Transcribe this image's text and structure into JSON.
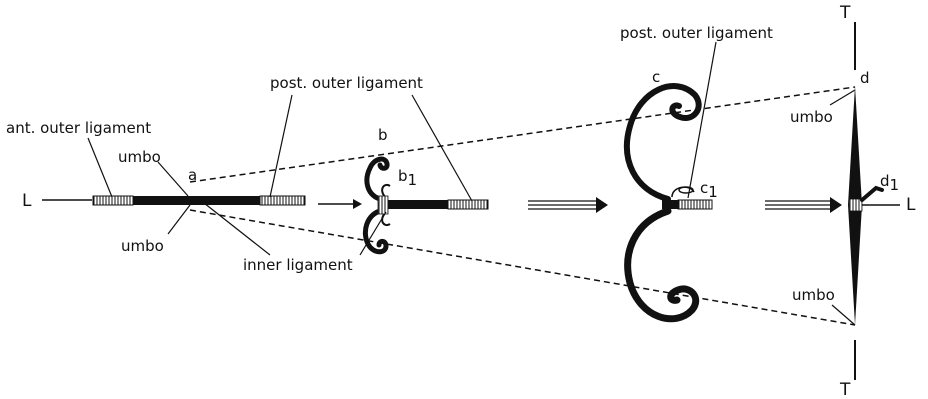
{
  "labels": {
    "ant_outer_ligament": "ant. outer ligament",
    "post_outer_ligament_1": "post. outer ligament",
    "post_outer_ligament_2": "post. outer ligament",
    "inner_ligament": "inner ligament",
    "umbo_a_top": "umbo",
    "umbo_a_bottom": "umbo",
    "umbo_d_top": "umbo",
    "umbo_d_bottom": "umbo",
    "a": "a",
    "b": "b",
    "b1": "b",
    "b1_sub": "1",
    "c": "c",
    "c1": "c",
    "c1_sub": "1",
    "d": "d",
    "d1": "d",
    "d1_sub": "1",
    "L_left": "L",
    "L_right": "L",
    "T_top": "T",
    "T_bottom": "T"
  },
  "colors": {
    "ink": "#111111",
    "ligament_fill": "#ffffff"
  }
}
